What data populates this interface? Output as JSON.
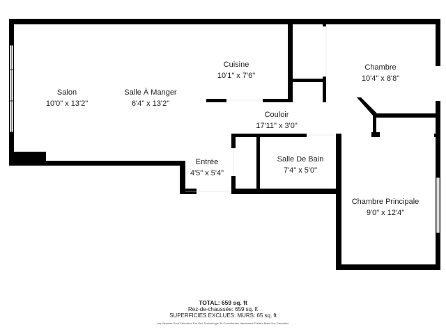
{
  "rooms": [
    {
      "name": "Salon",
      "size": "10'0\" x 13'2\""
    },
    {
      "name": "Salle À Manger",
      "size": "6'4\" x 13'2\""
    },
    {
      "name": "Cuisine",
      "size": "10'1\" x 7'6\""
    },
    {
      "name": "Chambre",
      "size": "10'4\" x 8'8\""
    },
    {
      "name": "Couloir",
      "size": "17'11\" x 3'0\""
    },
    {
      "name": "Entrée",
      "size": "4'5\" x 5'4\""
    },
    {
      "name": "Salle De Bain",
      "size": "7'4\" x 5'0\""
    },
    {
      "name": "Chambre Principale",
      "size": "9'0\" x 12'4\""
    }
  ],
  "summary": {
    "total": "TOTAL: 659 sq. ft",
    "floor": "Rez-de-chaussée: 659 sq. ft",
    "excluded": "SUPERFICIES EXCLUES: MURS: 65 sq. ft",
    "disclaimer": "Les Mesures Sont Calculées Par Une Technologie 3d Considérées Hautement Fiables Mais Non Garanties."
  },
  "colors": {
    "wall": "#000000",
    "window": "#ffffff"
  }
}
